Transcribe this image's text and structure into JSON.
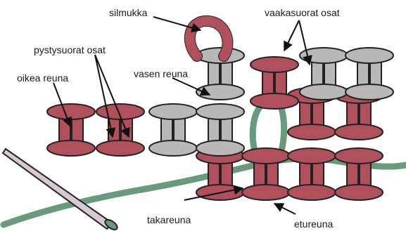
{
  "labels": {
    "silmukka": "silmukka",
    "vaakasuorat_osat": "vaakasuorat osat",
    "pystysuorat_osat": "pystysuorat osat",
    "oikea_reuna": "oikea reuna",
    "vasen_reuna": "vasen reuna",
    "takareuna": "takareuna",
    "etureuna": "etureuna"
  },
  "colors": {
    "red_loop": "#b0505c",
    "grey_loop": "#b8b8b8",
    "green_yarn": "#6a9a7c",
    "needle": "#d8c8d4",
    "outline": "#222222"
  }
}
